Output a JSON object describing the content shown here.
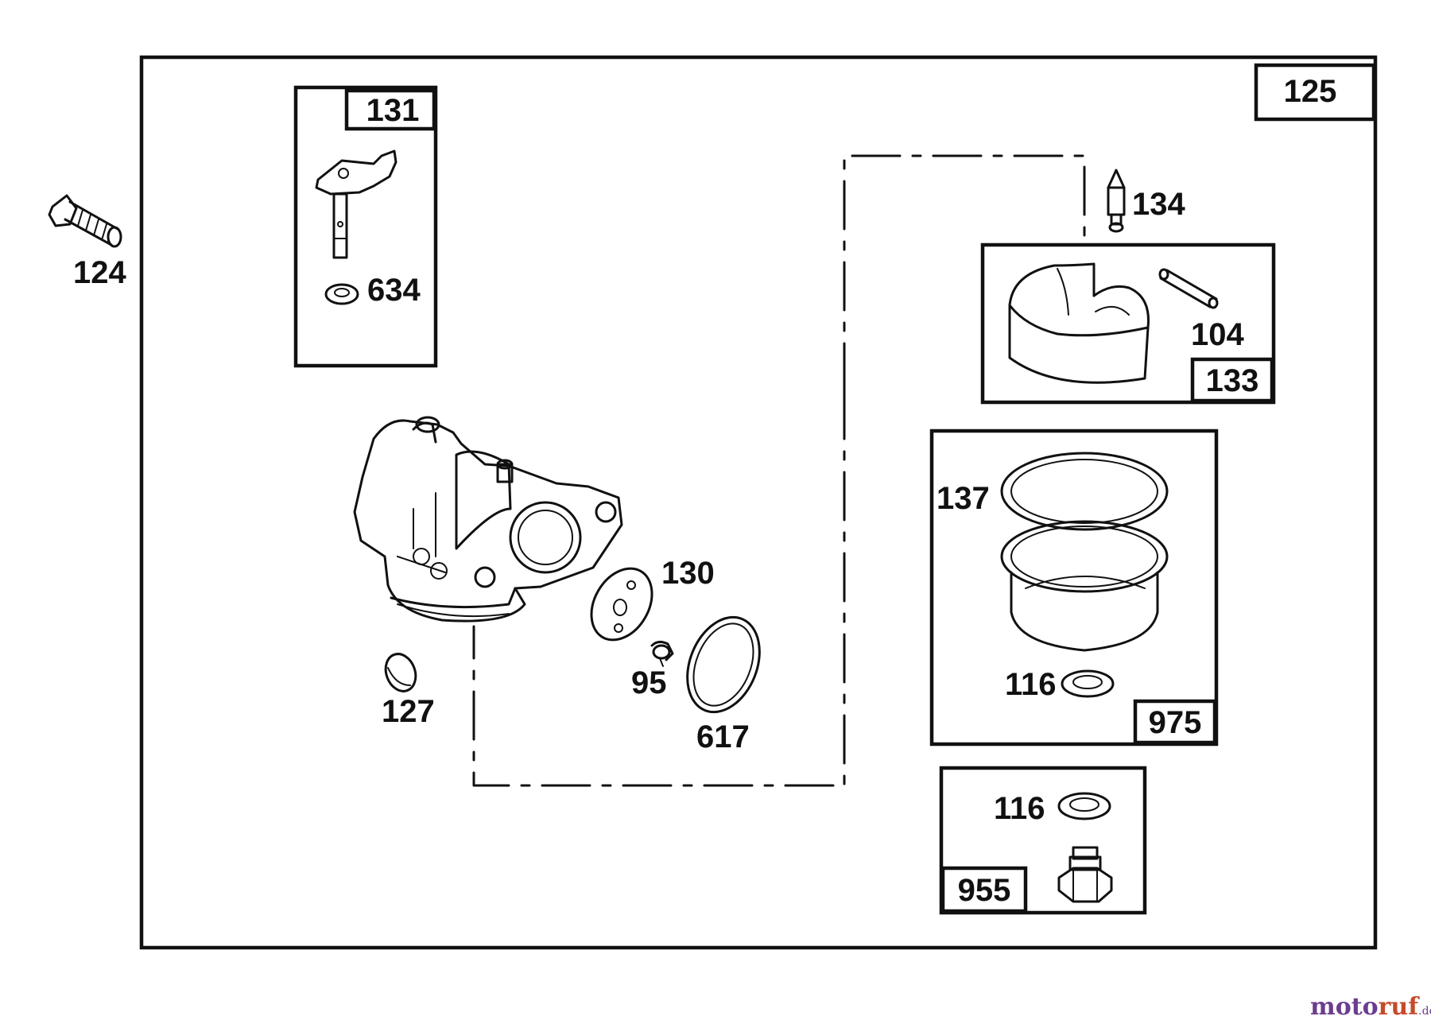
{
  "diagram": {
    "parts": {
      "p125": "125",
      "p124": "124",
      "p131": "131",
      "p634": "634",
      "p134": "134",
      "p104": "104",
      "p133": "133",
      "p137": "137",
      "p116a": "116",
      "p975": "975",
      "p130": "130",
      "p95": "95",
      "p617": "617",
      "p127": "127",
      "p116b": "116",
      "p955": "955"
    },
    "line_color": "#111111"
  },
  "watermark": {
    "part_a": "moto",
    "part_b": "ruf",
    "suffix": ".de"
  }
}
